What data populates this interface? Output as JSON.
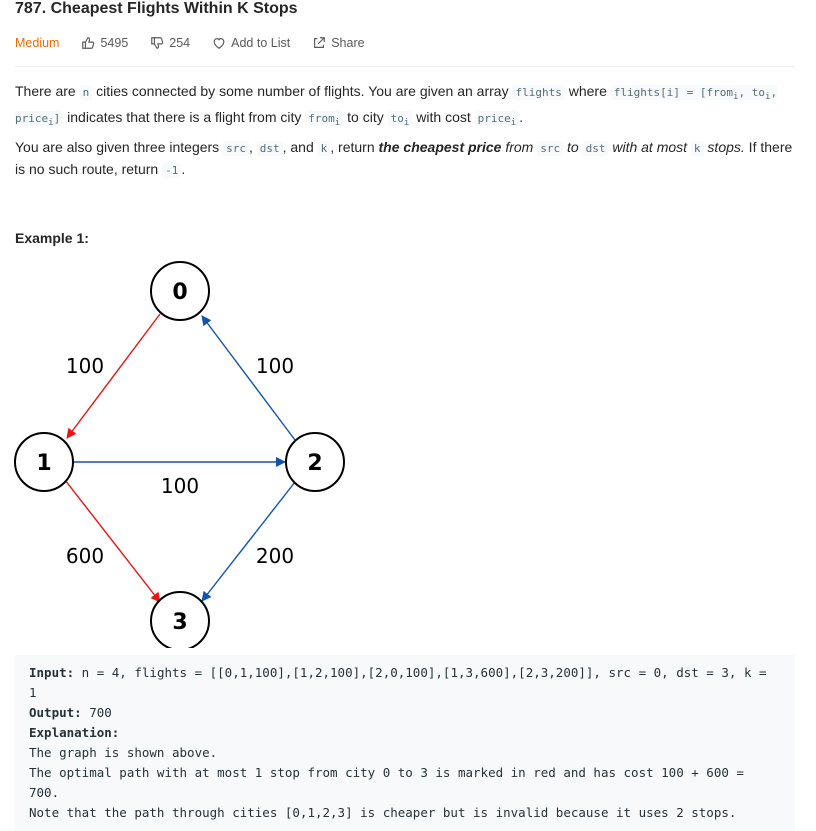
{
  "problem": {
    "title": "787. Cheapest Flights Within K Stops",
    "difficulty": "Medium",
    "likes": "5495",
    "dislikes": "254",
    "add_to_list": "Add to List",
    "share": "Share"
  },
  "description": {
    "p1_a": "There are ",
    "p1_n": "n",
    "p1_b": " cities connected by some number of flights. You are given an array ",
    "p1_flights": "flights",
    "p1_c": " where ",
    "p1_flights_i": "flights[i] = [from",
    "p1_sub_i": "i",
    "p1_to": ", to",
    "p1_price": ", price",
    "p1_close": "]",
    "p1_d": " indicates that there is a flight from city ",
    "p1_from": "from",
    "p1_e": " to city ",
    "p1_to2": "to",
    "p1_f": " with cost ",
    "p1_price2": "price",
    "p1_g": ".",
    "p2_a": "You are also given three integers ",
    "p2_src": "src",
    "p2_comma": ", ",
    "p2_dst": "dst",
    "p2_and": ", and ",
    "p2_k": "k",
    "p2_b": ", return ",
    "p2_bold": "the cheapest price",
    "p2_from": " from ",
    "p2_to": " to ",
    "p2_with": " with at most ",
    "p2_stops": " stops.",
    "p2_c": " If there is no such route, return ",
    "p2_neg": "-1",
    "p2_end": "."
  },
  "example": {
    "title": "Example 1:",
    "input_label": "Input:",
    "input_text": " n = 4, flights = [[0,1,100],[1,2,100],[2,0,100],[1,3,600],[2,3,200]], src = 0, dst = 3, k = 1",
    "output_label": "Output:",
    "output_text": " 700",
    "explanation_label": "Explanation:",
    "explanation_text": "\nThe graph is shown above.\nThe optimal path with at most 1 stop from city 0 to 3 is marked in red and has cost 100 + 600 = 700.\nNote that the path through cities [0,1,2,3] is cheaper but is invalid because it uses 2 stops."
  },
  "graph": {
    "nodes": [
      "0",
      "1",
      "2",
      "3"
    ],
    "edges": [
      {
        "from": "0",
        "to": "1",
        "label": "100",
        "color": "#ee1111"
      },
      {
        "from": "2",
        "to": "0",
        "label": "100",
        "color": "#1155aa"
      },
      {
        "from": "1",
        "to": "2",
        "label": "100",
        "color": "#1155aa"
      },
      {
        "from": "1",
        "to": "3",
        "label": "600",
        "color": "#ee1111"
      },
      {
        "from": "2",
        "to": "3",
        "label": "200",
        "color": "#1155aa"
      }
    ]
  },
  "colors": {
    "difficulty": "#ef6c00",
    "red_path": "#ee1111",
    "blue_path": "#1155aa"
  },
  "icons": [
    "thumbs-up-icon",
    "thumbs-down-icon",
    "heart-icon",
    "share-icon"
  ]
}
